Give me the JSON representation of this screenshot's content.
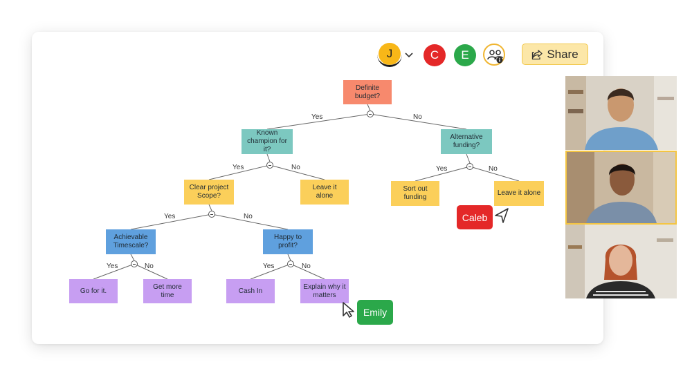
{
  "toolbar": {
    "collaborators": [
      {
        "initial": "J",
        "color": "#f8b718"
      },
      {
        "initial": "C",
        "color": "#e42828"
      },
      {
        "initial": "E",
        "color": "#2ba84a"
      }
    ],
    "share_label": "Share",
    "accent": "#f2c84b",
    "icons": [
      "chevron-down-icon",
      "people-info-icon",
      "share-icon"
    ]
  },
  "tree": {
    "nodes": {
      "root": {
        "label": "Definite budget?",
        "color": "#f7896d"
      },
      "champion": {
        "label": "Known champion for it?",
        "color": "#7cc8c0"
      },
      "alt": {
        "label": "Alternative funding?",
        "color": "#7cc8c0"
      },
      "scope": {
        "label": "Clear project Scope?",
        "color": "#fbcf5a"
      },
      "leave1": {
        "label": "Leave it alone",
        "color": "#fbcf5a"
      },
      "sort": {
        "label": "Sort out funding",
        "color": "#fbcf5a"
      },
      "leave2": {
        "label": "Leave it alone",
        "color": "#fbcf5a"
      },
      "timescale": {
        "label": "Achievable Timescale?",
        "color": "#5fa0de"
      },
      "profit": {
        "label": "Happy to profit?",
        "color": "#5fa0de"
      },
      "go": {
        "label": "Go for it.",
        "color": "#c79ef2"
      },
      "more": {
        "label": "Get more time",
        "color": "#c79ef2"
      },
      "cash": {
        "label": "Cash In",
        "color": "#c79ef2"
      },
      "explain": {
        "label": "Explain why it matters",
        "color": "#c79ef2"
      }
    },
    "edges": [
      {
        "from": "root",
        "to": "champion",
        "label": "Yes"
      },
      {
        "from": "root",
        "to": "alt",
        "label": "No"
      },
      {
        "from": "champion",
        "to": "scope",
        "label": "Yes"
      },
      {
        "from": "champion",
        "to": "leave1",
        "label": "No"
      },
      {
        "from": "alt",
        "to": "sort",
        "label": "Yes"
      },
      {
        "from": "alt",
        "to": "leave2",
        "label": "No"
      },
      {
        "from": "scope",
        "to": "timescale",
        "label": "Yes"
      },
      {
        "from": "scope",
        "to": "profit",
        "label": "No"
      },
      {
        "from": "timescale",
        "to": "go",
        "label": "Yes"
      },
      {
        "from": "timescale",
        "to": "more",
        "label": "No"
      },
      {
        "from": "profit",
        "to": "cash",
        "label": "Yes"
      },
      {
        "from": "profit",
        "to": "explain",
        "label": "No"
      }
    ]
  },
  "cursors": [
    {
      "name": "Caleb",
      "color": "#e42828"
    },
    {
      "name": "Emily",
      "color": "#2ba84a"
    }
  ],
  "video_tiles": [
    {
      "participant": "participant-1",
      "shirt": "#6f9fca",
      "skin": "#c9986f",
      "hair": "#3a2a20"
    },
    {
      "participant": "participant-2",
      "shirt": "#7a8fa8",
      "skin": "#8a5a3c",
      "hair": "#1d1410"
    },
    {
      "participant": "participant-3",
      "shirt": "#2a2a2a",
      "skin": "#e4b79a",
      "hair": "#b5532c"
    }
  ]
}
